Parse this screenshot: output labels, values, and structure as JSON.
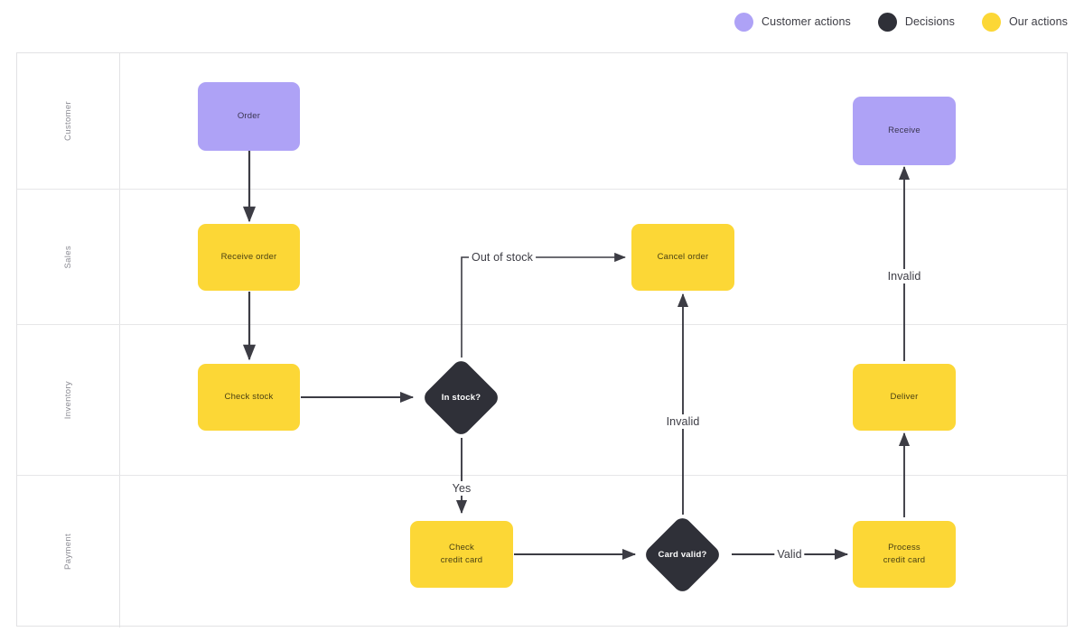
{
  "legend": {
    "items": [
      {
        "label": "Customer actions",
        "color": "#aea2f6",
        "icon": "circle-swatch-icon"
      },
      {
        "label": "Decisions",
        "color": "#2f3038",
        "icon": "circle-swatch-icon"
      },
      {
        "label": "Our actions",
        "color": "#fcd736",
        "icon": "circle-swatch-icon"
      }
    ]
  },
  "lanes": [
    {
      "title": "Customer"
    },
    {
      "title": "Sales"
    },
    {
      "title": "Inventory"
    },
    {
      "title": "Payment"
    }
  ],
  "nodes": [
    {
      "id": "order",
      "label": "Order",
      "type": "customer",
      "lane": "Customer"
    },
    {
      "id": "receive",
      "label": "Receive",
      "type": "customer",
      "lane": "Customer"
    },
    {
      "id": "receive_order",
      "label": "Receive order",
      "type": "ours",
      "lane": "Sales"
    },
    {
      "id": "cancel_order",
      "label": "Cancel order",
      "type": "ours",
      "lane": "Sales"
    },
    {
      "id": "check_stock",
      "label": "Check stock",
      "type": "ours",
      "lane": "Inventory"
    },
    {
      "id": "in_stock",
      "label": "In stock?",
      "type": "decision",
      "lane": "Inventory"
    },
    {
      "id": "deliver",
      "label": "Deliver",
      "type": "ours",
      "lane": "Inventory"
    },
    {
      "id": "check_card",
      "label": "Check\ncredit card",
      "type": "ours",
      "lane": "Payment"
    },
    {
      "id": "card_valid",
      "label": "Card valid?",
      "type": "decision",
      "lane": "Payment"
    },
    {
      "id": "process_card",
      "label": "Process\ncredit card",
      "type": "ours",
      "lane": "Payment"
    }
  ],
  "edges": [
    {
      "from": "order",
      "to": "receive_order",
      "label": ""
    },
    {
      "from": "receive_order",
      "to": "check_stock",
      "label": ""
    },
    {
      "from": "check_stock",
      "to": "in_stock",
      "label": ""
    },
    {
      "from": "in_stock",
      "to": "cancel_order",
      "label": "Out of stock"
    },
    {
      "from": "in_stock",
      "to": "check_card",
      "label": "Yes"
    },
    {
      "from": "check_card",
      "to": "card_valid",
      "label": ""
    },
    {
      "from": "card_valid",
      "to": "cancel_order",
      "label": "Invalid"
    },
    {
      "from": "card_valid",
      "to": "process_card",
      "label": "Valid"
    },
    {
      "from": "process_card",
      "to": "deliver",
      "label": ""
    },
    {
      "from": "deliver",
      "to": "receive",
      "label": "Invalid"
    }
  ],
  "edge_labels": {
    "out_of_stock": "Out of stock",
    "yes": "Yes",
    "invalid_mid": "Invalid",
    "valid": "Valid",
    "invalid_right": "Invalid"
  },
  "node_labels": {
    "order": "Order",
    "receive": "Receive",
    "receive_order": "Receive order",
    "cancel_order": "Cancel order",
    "check_stock": "Check stock",
    "in_stock": "In stock?",
    "deliver": "Deliver",
    "check_card_l1": "Check",
    "check_card_l2": "credit card",
    "card_valid": "Card valid?",
    "process_card_l1": "Process",
    "process_card_l2": "credit card"
  },
  "colors": {
    "customer": "#aea2f6",
    "decision": "#2f3038",
    "ours": "#fcd736",
    "line": "#3c3c44",
    "lane_border": "#e2e2e4",
    "background": "#ffffff"
  }
}
